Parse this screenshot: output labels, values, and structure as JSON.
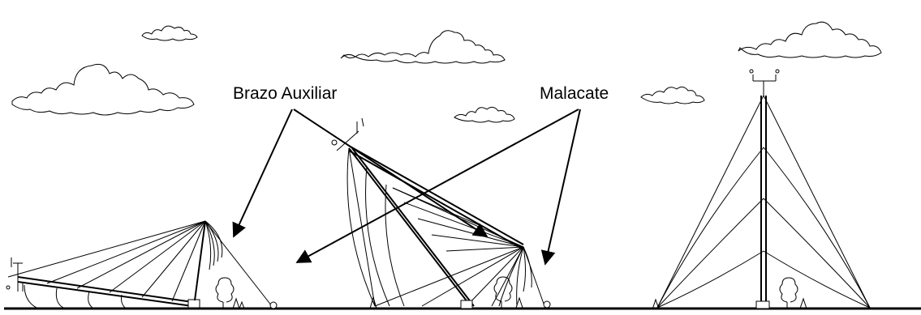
{
  "labels": {
    "brazo_auxiliar": "Brazo Auxiliar",
    "malacate": "Malacate"
  },
  "colors": {
    "line": "#000000",
    "background": "#ffffff"
  },
  "stages": [
    "tower-lying",
    "tower-rising",
    "tower-erected"
  ],
  "icons": [
    "cloud-icon",
    "tree-icon",
    "wind-vane-icon",
    "winch-icon"
  ]
}
